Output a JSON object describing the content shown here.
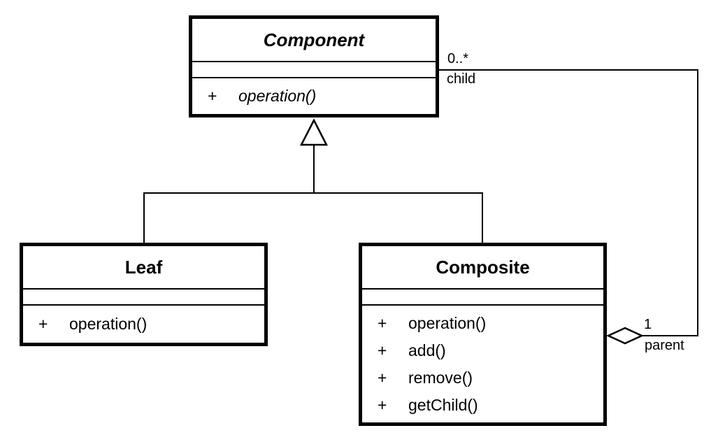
{
  "diagram": {
    "kind": "uml-class-diagram",
    "pattern": "Composite",
    "colors": {
      "line": "#000000",
      "background": "#ffffff",
      "shape_fill": "#ffffff"
    },
    "classes": {
      "component": {
        "name": "Component",
        "abstract": true,
        "operations": [
          {
            "visibility": "+",
            "name": "operation()"
          }
        ]
      },
      "leaf": {
        "name": "Leaf",
        "abstract": false,
        "operations": [
          {
            "visibility": "+",
            "name": "operation()"
          }
        ]
      },
      "composite": {
        "name": "Composite",
        "abstract": false,
        "operations": [
          {
            "visibility": "+",
            "name": "operation()"
          },
          {
            "visibility": "+",
            "name": "add()"
          },
          {
            "visibility": "+",
            "name": "remove()"
          },
          {
            "visibility": "+",
            "name": "getChild()"
          }
        ]
      }
    },
    "relationships": {
      "generalization": {
        "parent": "Component",
        "children": [
          "Leaf",
          "Composite"
        ]
      },
      "aggregation": {
        "whole": "Composite",
        "part": "Component",
        "component_end": {
          "multiplicity": "0..*",
          "role": "child"
        },
        "composite_end": {
          "multiplicity": "1",
          "role": "parent"
        }
      }
    }
  }
}
